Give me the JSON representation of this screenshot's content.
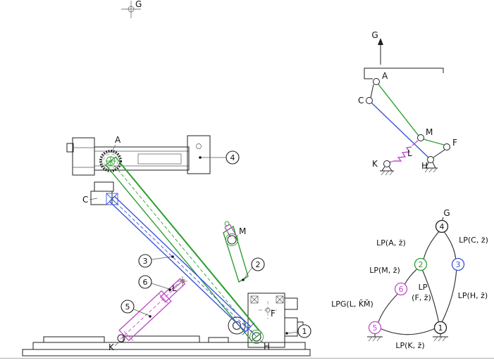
{
  "colors": {
    "green": "#2f9e33",
    "blue": "#3b55d6",
    "magenta": "#c150c9",
    "ink": "#1f1f1f"
  },
  "main": {
    "g_datum": "G",
    "labels": {
      "A": "A",
      "C": "C",
      "M": "M",
      "L": "L",
      "K": "K",
      "H": "H",
      "F": "F"
    },
    "parts": {
      "p1": "1",
      "p2": "2",
      "p3": "3",
      "p4": "4",
      "p5": "5",
      "p6": "6"
    }
  },
  "schematic": {
    "labels": {
      "G": "G",
      "A": "A",
      "C": "C",
      "M": "M",
      "F": "F",
      "L": "L",
      "K": "K",
      "H": "H"
    }
  },
  "graph": {
    "g": "G",
    "nodes": {
      "n4": "4",
      "n2": "2",
      "n3": "3",
      "n6": "6",
      "n5": "5",
      "n1": "1"
    },
    "edges": {
      "e42": "LP(A, z̄)",
      "e43": "LP(C, z̄)",
      "e26": "LP(M, z̄)",
      "e21a": "LP",
      "e21b": "(F, z̄)",
      "e31": "LP(H, z̄)",
      "e65": "LPG(L, K̄M̄)",
      "e51": "LP(K, z̄)"
    }
  }
}
